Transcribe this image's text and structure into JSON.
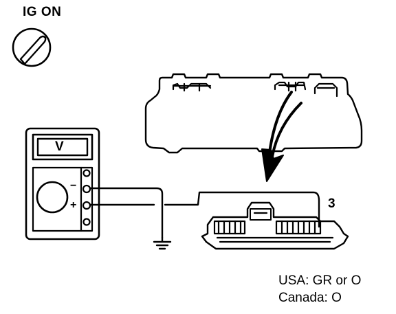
{
  "ignition": {
    "label": "IG ON"
  },
  "voltmeter": {
    "display_symbol": "V",
    "neg_symbol": "−",
    "pos_symbol": "+"
  },
  "connector": {
    "pin_label": "3"
  },
  "notes": {
    "usa": "USA: GR or O",
    "canada": "Canada: O"
  },
  "icons": [
    "ignition-key-icon",
    "ground-symbol-icon",
    "arrow-icon"
  ]
}
